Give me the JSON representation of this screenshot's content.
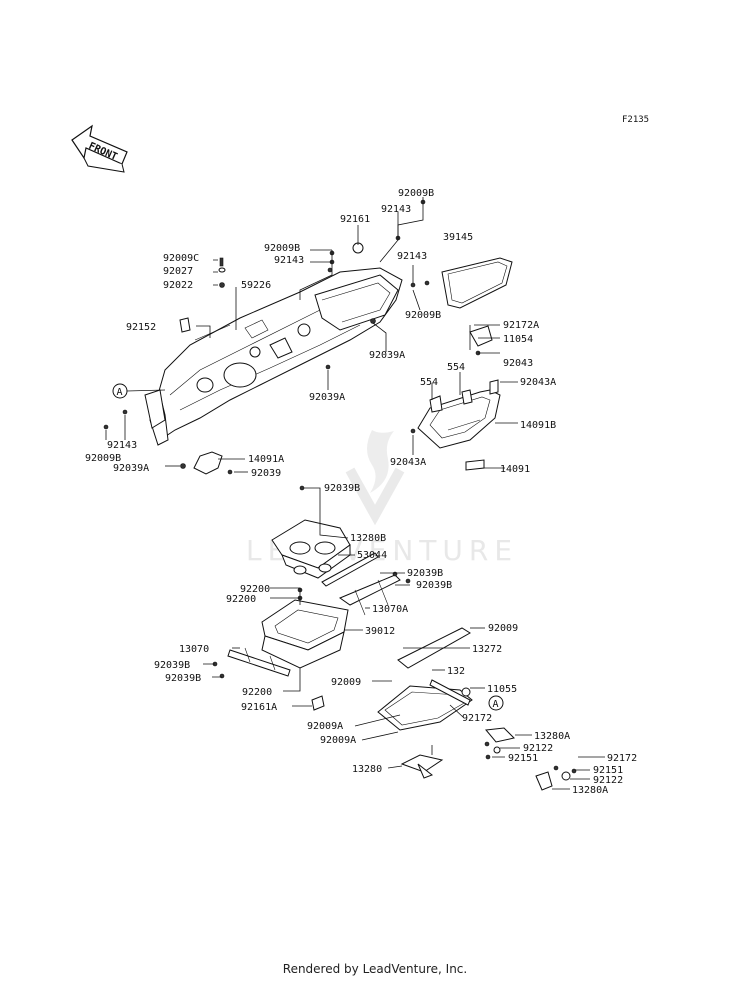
{
  "figure_code": "F2135",
  "front_label": "FRONT",
  "circle_ref": "A",
  "footer_text": "Rendered by LeadVenture, Inc.",
  "watermark_text": "LEADVENTURE",
  "parts": {
    "p92009B_top": "92009B",
    "p92143_top": "92143",
    "p92161": "92161",
    "p39145": "39145",
    "p92009B_a": "92009B",
    "p92143_a": "92143",
    "p92009C": "92009C",
    "p92143_r": "92143",
    "p92027": "92027",
    "p92022": "92022",
    "p59226": "59226",
    "p92009B_r": "92009B",
    "p92152": "92152",
    "p92172A": "92172A",
    "p92039A_mid": "92039A",
    "p11054": "11054",
    "p92043": "92043",
    "p554_a": "554",
    "p554_b": "554",
    "p92043A_r": "92043A",
    "p92039A_low": "92039A",
    "p14091B": "14091B",
    "p92143_l": "92143",
    "p92043A_l": "92043A",
    "p92009B_l": "92009B",
    "p14091A": "14091A",
    "p14091": "14091",
    "p92039A_l": "92039A",
    "p92039": "92039",
    "p92039B_a": "92039B",
    "p13280B": "13280B",
    "p53044": "53044",
    "p92039B_b": "92039B",
    "p92039B_c": "92039B",
    "p92200_a": "92200",
    "p92200_b": "92200",
    "p13070A": "13070A",
    "p92009_a": "92009",
    "p39012": "39012",
    "p13070": "13070",
    "p13272": "13272",
    "p92039B_d": "92039B",
    "p92039B_e": "92039B",
    "p132": "132",
    "p92009_b": "92009",
    "p11055": "11055",
    "p92200_c": "92200",
    "p92161A": "92161A",
    "p92172_a": "92172",
    "p92009A_a": "92009A",
    "p13280A_a": "13280A",
    "p92009A_b": "92009A",
    "p92122_a": "92122",
    "p92151_a": "92151",
    "p92172_b": "92172",
    "p13280": "13280",
    "p92151_b": "92151",
    "p92122_b": "92122",
    "p13280A_b": "13280A"
  }
}
